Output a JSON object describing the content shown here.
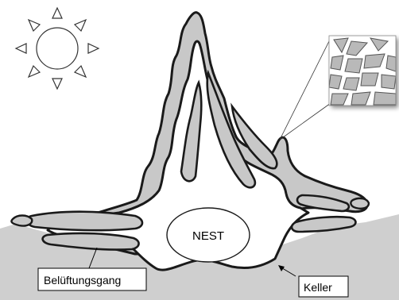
{
  "diagram": {
    "labels": {
      "nest": "NEST",
      "ventilation": "Belüftungsgang",
      "cellar": "Keller"
    },
    "icons": {
      "sun": "sun-icon",
      "detail": "magnified-wall-structure"
    },
    "colors": {
      "mound": "#c8c8c8",
      "ground": "#cfcfcf",
      "outline": "#1a1a1a",
      "background": "#ffffff"
    }
  }
}
